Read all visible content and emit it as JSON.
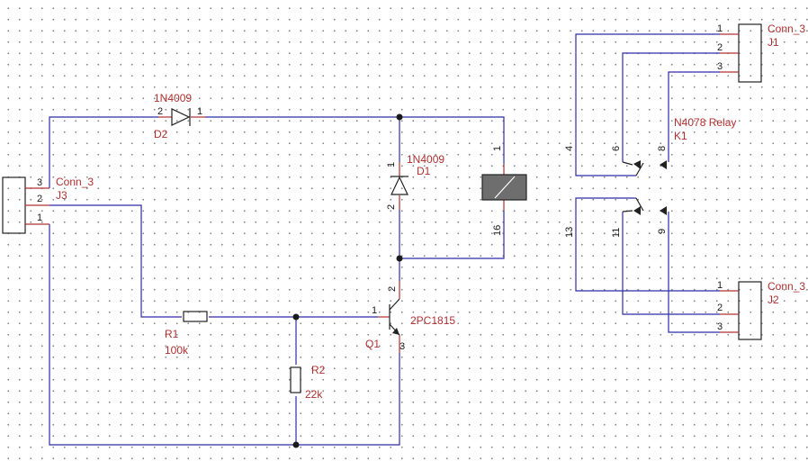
{
  "colors": {
    "wire": "#2c2ca8",
    "component": "#222222",
    "label": "#b03030",
    "coil_fill": "#6e6e6e"
  },
  "components": {
    "d2": {
      "value": "1N4009",
      "ref": "D2",
      "pin_a": "2",
      "pin_k": "1"
    },
    "d1": {
      "value": "1N4009",
      "ref": "D1",
      "pin_k": "1",
      "pin_a": "2"
    },
    "j3": {
      "value": "Conn_3",
      "ref": "J3",
      "pins": [
        "3",
        "2",
        "1"
      ]
    },
    "j1": {
      "value": "Conn_3",
      "ref": "J1",
      "pins": [
        "1",
        "2",
        "3"
      ]
    },
    "j2": {
      "value": "Conn_3",
      "ref": "J2",
      "pins": [
        "1",
        "2",
        "3"
      ]
    },
    "k1": {
      "value": "N4078 Relay",
      "ref": "K1",
      "pins": {
        "coil_top": "1",
        "coil_bottom": "16",
        "c1": "4",
        "c2": "6",
        "c3": "8",
        "c4": "13",
        "c5": "11",
        "c6": "9"
      }
    },
    "r1": {
      "ref": "R1",
      "value": "100k"
    },
    "r2": {
      "ref": "R2",
      "value": "22k"
    },
    "q1": {
      "value": "2PC1815",
      "ref": "Q1",
      "pins": {
        "base": "1",
        "collector": "2",
        "emitter": "3"
      }
    }
  }
}
